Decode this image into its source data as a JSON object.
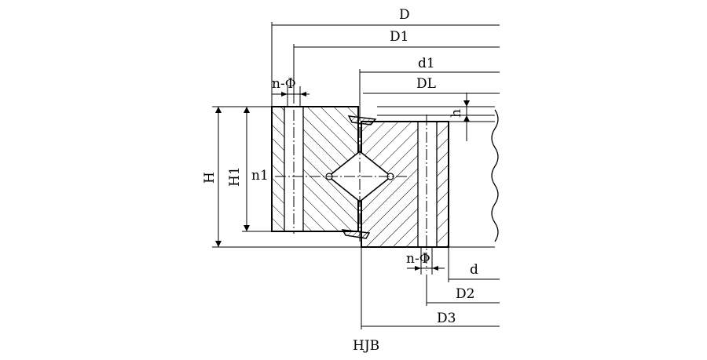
{
  "labels": {
    "D": "D",
    "D1": "D1",
    "d1": "d1",
    "DL": "DL",
    "h": "h",
    "n_phi_top": "n-Φ",
    "H": "H",
    "H1": "H1",
    "n1": "n1",
    "n_phi_bottom": "n-Φ",
    "d": "d",
    "D2": "D2",
    "D3": "D3",
    "model": "HJB"
  }
}
